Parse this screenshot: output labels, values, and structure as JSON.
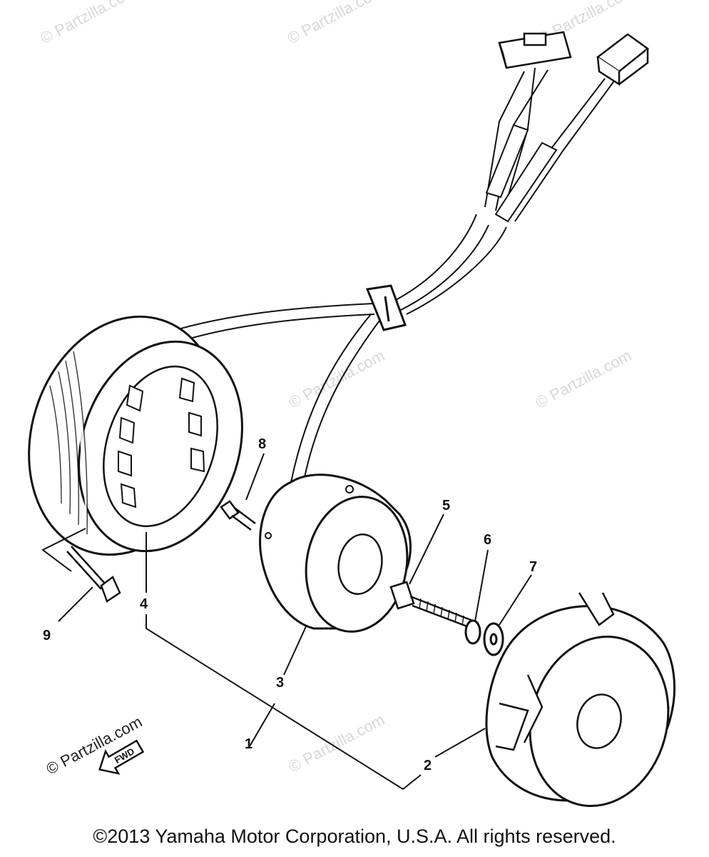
{
  "watermarks": {
    "faint": "© Partzilla.com",
    "strong": "© Partzilla.com"
  },
  "callouts": [
    "1",
    "2",
    "3",
    "4",
    "5",
    "6",
    "7",
    "8",
    "9"
  ],
  "fwd_label": "FWD",
  "copyright": "©2013  Yamaha Motor Corporation, U.S.A. All rights reserved."
}
